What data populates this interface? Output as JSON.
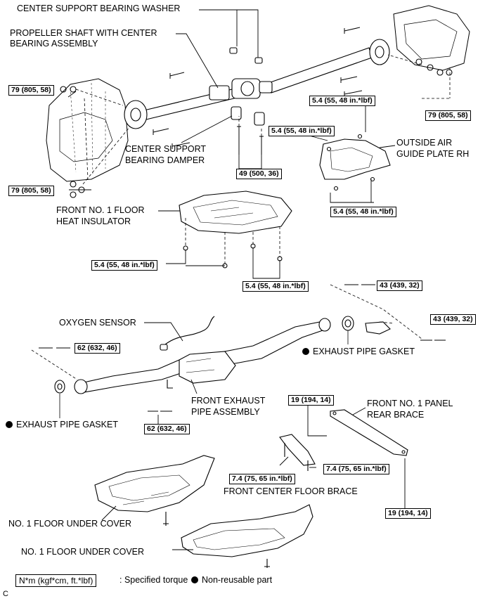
{
  "labels": {
    "center_support_bearing_washer": "CENTER SUPPORT BEARING WASHER",
    "propeller_shaft_line1": "PROPELLER SHAFT WITH CENTER",
    "propeller_shaft_line2": "BEARING ASSEMBLY",
    "center_support_damper_line1": "CENTER SUPPORT",
    "center_support_damper_line2": "BEARING DAMPER",
    "outside_air_guide_line1": "OUTSIDE AIR",
    "outside_air_guide_line2": "GUIDE PLATE RH",
    "front_floor_heat_insulator_line1": "FRONT NO. 1 FLOOR",
    "front_floor_heat_insulator_line2": "HEAT INSULATOR",
    "oxygen_sensor": "OXYGEN SENSOR",
    "exhaust_pipe_gasket_right": "EXHAUST PIPE GASKET",
    "exhaust_pipe_gasket_left": "EXHAUST PIPE GASKET",
    "front_exhaust_pipe_line1": "FRONT EXHAUST",
    "front_exhaust_pipe_line2": "PIPE ASSEMBLY",
    "front_panel_rear_brace_line1": "FRONT NO. 1 PANEL",
    "front_panel_rear_brace_line2": "REAR BRACE",
    "front_center_floor_brace": "FRONT CENTER FLOOR BRACE",
    "floor_under_cover_1": "NO. 1 FLOOR UNDER COVER",
    "floor_under_cover_2": "NO. 1 FLOOR UNDER COVER"
  },
  "torques": {
    "t79_left_top": "79 (805, 58)",
    "t79_left_bottom": "79 (805, 58)",
    "t79_right": "79 (805, 58)",
    "t54_guide_top": "5.4 (55, 48 in.*lbf)",
    "t54_guide_mid": "5.4 (55, 48 in.*lbf)",
    "t54_guide_bottom": "5.4 (55, 48 in.*lbf)",
    "t49_damper": "49 (500, 36)",
    "t54_insulator_left": "5.4 (55, 48 in.*lbf)",
    "t54_insulator_right": "5.4 (55, 48 in.*lbf)",
    "t43_top": "43 (439, 32)",
    "t43_bottom": "43 (439, 32)",
    "t62_left": "62 (632, 46)",
    "t62_bottom": "62 (632, 46)",
    "t19_top": "19 (194, 14)",
    "t19_bottom": "19 (194, 14)",
    "t74_left": "7.4 (75, 65 in.*lbf)",
    "t74_right": "7.4 (75, 65 in.*lbf)"
  },
  "legend": {
    "torque_unit": "N*m (kgf*cm, ft.*lbf)",
    "torque_desc": ": Specified torque",
    "nonreusable_desc": "Non-reusable part"
  },
  "figure_code": "C"
}
